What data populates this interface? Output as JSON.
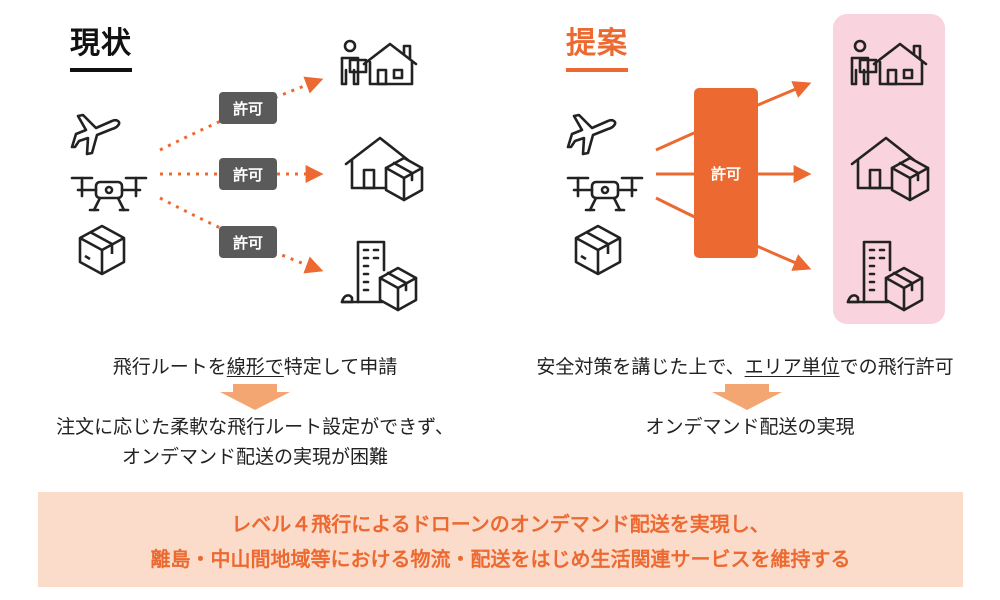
{
  "left": {
    "heading": "現状",
    "permit_labels": [
      "許可",
      "許可",
      "許可"
    ],
    "caption_parts": [
      "飛行ルートを",
      "線形で",
      "特定して申請"
    ],
    "result_lines": [
      "注文に応じた柔軟な飛行ルート設定ができず、",
      "オンデマンド配送の実現が困難"
    ]
  },
  "right": {
    "heading": "提案",
    "permit_label": "許可",
    "caption_parts": [
      "安全対策を講じた上で、",
      "エリア単位",
      "での飛行許可"
    ],
    "result_lines": [
      "オンデマンド配送の実現"
    ]
  },
  "banner": {
    "lines": [
      "レベル４飛行によるドローンのオンデマンド配送を実現し、",
      "離島・中山間地域等における物流・配送をはじめ生活関連サービスを維持する"
    ]
  },
  "colors": {
    "accent": "#ec6a32",
    "badge": "#5a5a5a",
    "area": "#f9d3dd",
    "banner": "#fbdccb",
    "arrow_down": "#f4a672"
  },
  "icons": [
    "airplane-icon",
    "drone-icon",
    "package-icon",
    "delivery-person-house-icon",
    "house-package-icon",
    "building-package-icon"
  ]
}
